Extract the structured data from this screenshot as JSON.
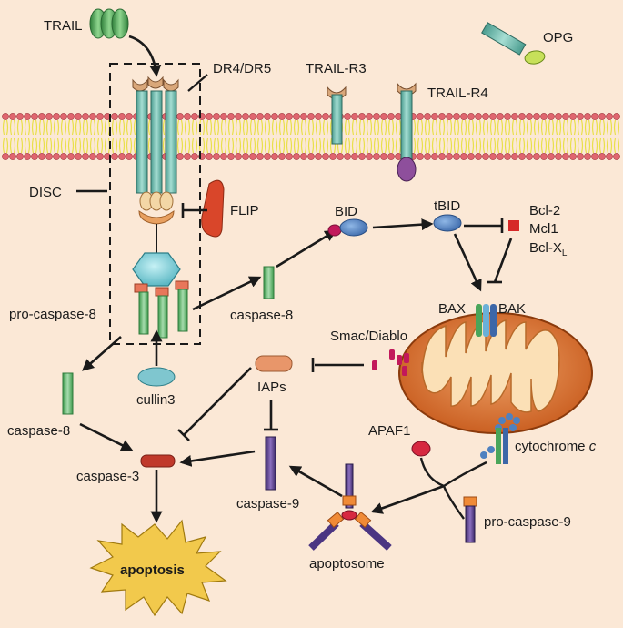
{
  "labels": {
    "trail": "TRAIL",
    "dr45": "DR4/DR5",
    "trail_r3": "TRAIL-R3",
    "trail_r4": "TRAIL-R4",
    "opg": "OPG",
    "disc": "DISC",
    "flip": "FLIP",
    "bid": "BID",
    "tbid": "tBID",
    "bcl2": "Bcl-2",
    "mcl1": "Mcl1",
    "bclxl_main": "Bcl-X",
    "bclxl_sub": "L",
    "pro_caspase8": "pro-caspase-8",
    "caspase8_right": "caspase-8",
    "caspase8_left": "caspase-8",
    "bax": "BAX",
    "bak": "BAK",
    "smac": "Smac/Diablo",
    "iaps": "IAPs",
    "cullin3": "cullin3",
    "apaf1": "APAF1",
    "cytochrome_main": "cytochrome ",
    "cytochrome_c": "c",
    "caspase3": "caspase-3",
    "caspase9": "caspase-9",
    "pro_caspase9": "pro-caspase-9",
    "apoptosome": "apoptosome",
    "apoptosis": "apoptosis"
  },
  "colors": {
    "background": "#fbe8d6",
    "membrane_head": "#e0666f",
    "membrane_tail": "#e9e04a",
    "receptor": "#7cc1b3",
    "trail": "#4fa35a",
    "flip": "#d9462a",
    "bid": "#4f81c0",
    "caspase": "#63b56f",
    "caspase3": "#c0392b",
    "caspase9": "#5a3f8c",
    "mito_outer": "#c75a1c",
    "iaps": "#e8966a",
    "apoptosis": "#f2c94c"
  }
}
